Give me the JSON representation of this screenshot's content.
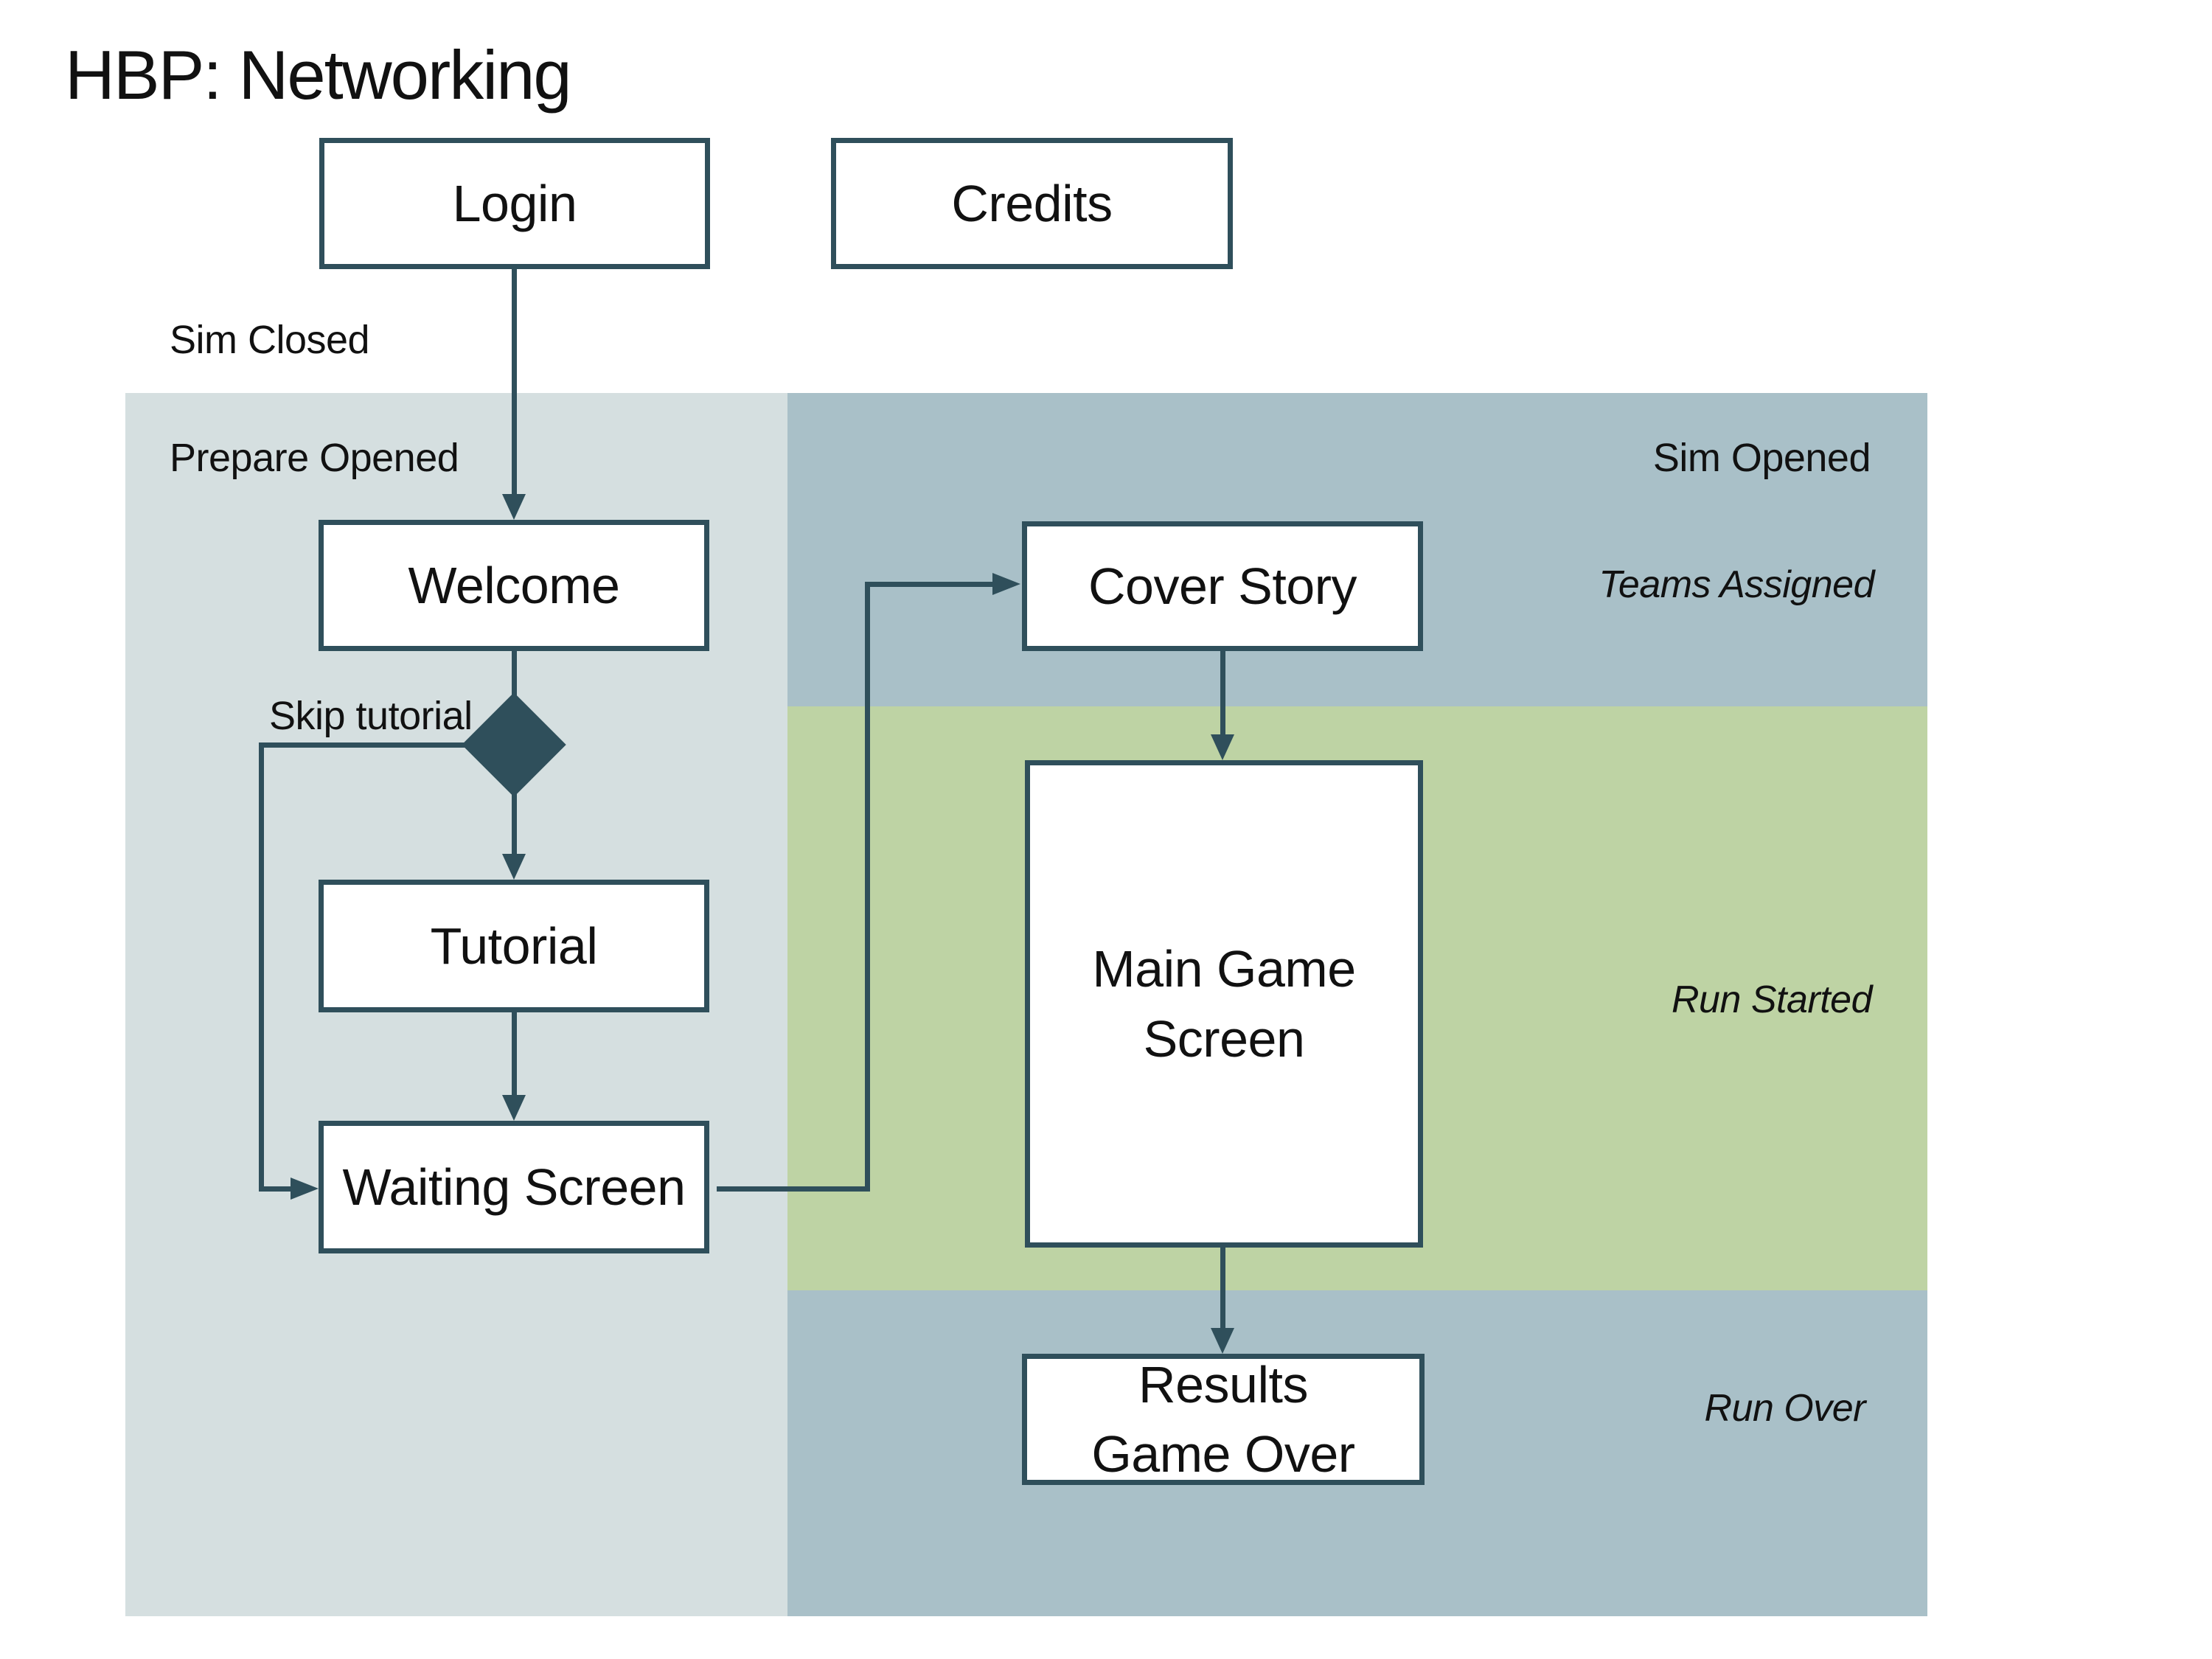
{
  "title": "HBP: Networking",
  "annotations": {
    "sim_closed": "Sim Closed",
    "prepare_opened": "Prepare Opened",
    "sim_opened": "Sim Opened",
    "teams_assigned": "Teams Assigned",
    "run_started": "Run Started",
    "run_over": "Run Over",
    "skip_tutorial": "Skip tutorial"
  },
  "nodes": {
    "login": {
      "label": "Login"
    },
    "credits": {
      "label": "Credits"
    },
    "welcome": {
      "label": "Welcome"
    },
    "tutorial": {
      "label": "Tutorial"
    },
    "waiting": {
      "label": "Waiting Screen"
    },
    "cover": {
      "label": "Cover Story"
    },
    "main": {
      "label": "Main Game\nScreen"
    },
    "results": {
      "label": "Results\nGame Over"
    }
  },
  "diagram": {
    "type": "flowchart",
    "regions": [
      {
        "name": "Sim Closed",
        "color": "#ffffff"
      },
      {
        "name": "Prepare Opened",
        "color": "#d5dfe0"
      },
      {
        "name": "Sim Opened / Teams Assigned",
        "color": "#a9c0c8"
      },
      {
        "name": "Run Started",
        "color": "#bed3a4"
      },
      {
        "name": "Run Over",
        "color": "#a9c0c8"
      }
    ],
    "edges": [
      {
        "from": "Login",
        "to": "Welcome"
      },
      {
        "from": "Welcome",
        "to": "decision"
      },
      {
        "from": "decision",
        "to": "Tutorial"
      },
      {
        "from": "decision",
        "to": "Waiting Screen",
        "label": "Skip tutorial"
      },
      {
        "from": "Tutorial",
        "to": "Waiting Screen"
      },
      {
        "from": "Waiting Screen",
        "to": "Cover Story"
      },
      {
        "from": "Cover Story",
        "to": "Main Game Screen"
      },
      {
        "from": "Main Game Screen",
        "to": "Results Game Over"
      }
    ]
  },
  "colors": {
    "stroke": "#2f4f5b",
    "region_light": "#d5dfe0",
    "region_blue": "#a9c0c8",
    "region_green": "#bed3a4",
    "node_fill": "#ffffff",
    "text": "#1a1a1a"
  }
}
